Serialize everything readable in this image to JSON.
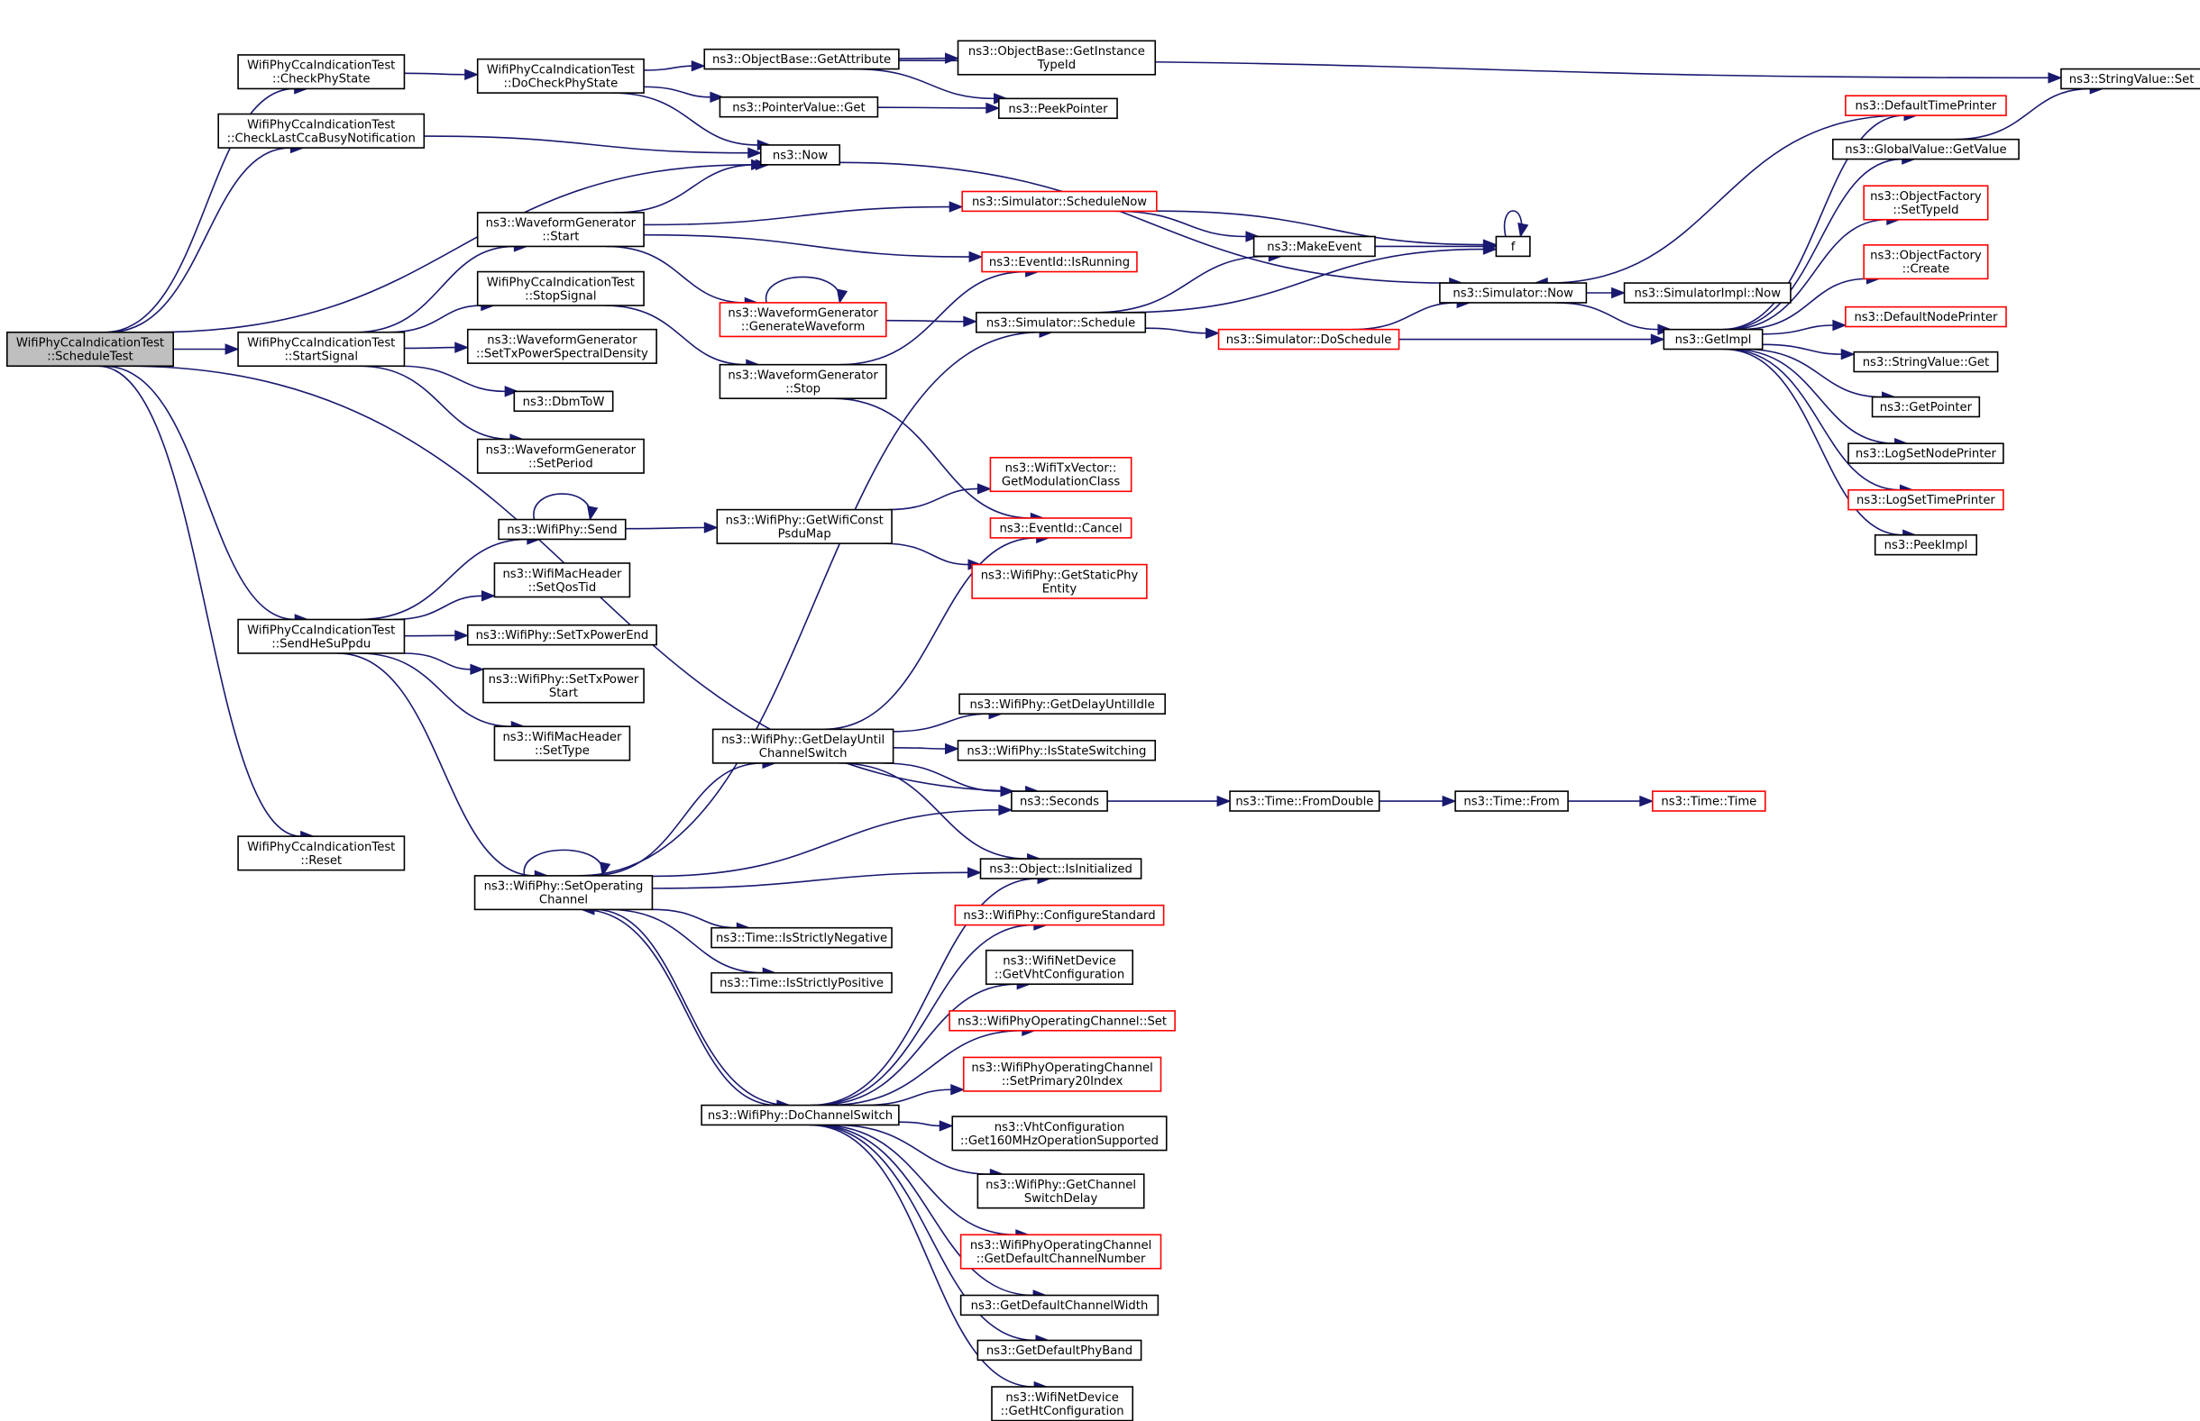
{
  "colors": {
    "edge": "#191970",
    "border_normal": "#000000",
    "border_truncated": "#ff0000",
    "root_fill": "#bfbfbf",
    "node_fill": "#ffffff"
  },
  "nodes": [
    {
      "id": "root",
      "lines": [
        "WifiPhyCcaIndicationTest",
        "::ScheduleTest"
      ],
      "style": "root"
    },
    {
      "id": "checkPhyState",
      "lines": [
        "WifiPhyCcaIndicationTest",
        "::CheckPhyState"
      ],
      "style": "normal"
    },
    {
      "id": "checkLastCca",
      "lines": [
        "WifiPhyCcaIndicationTest",
        "::CheckLastCcaBusyNotification"
      ],
      "style": "normal"
    },
    {
      "id": "startSignal",
      "lines": [
        "WifiPhyCcaIndicationTest",
        "::StartSignal"
      ],
      "style": "normal"
    },
    {
      "id": "sendHeSuPpdu",
      "lines": [
        "WifiPhyCcaIndicationTest",
        "::SendHeSuPpdu"
      ],
      "style": "normal"
    },
    {
      "id": "reset",
      "lines": [
        "WifiPhyCcaIndicationTest",
        "::Reset"
      ],
      "style": "normal"
    },
    {
      "id": "doCheckPhyState",
      "lines": [
        "WifiPhyCcaIndicationTest",
        "::DoCheckPhyState"
      ],
      "style": "normal"
    },
    {
      "id": "now",
      "lines": [
        "ns3::Now"
      ],
      "style": "normal"
    },
    {
      "id": "wgStart",
      "lines": [
        "ns3::WaveformGenerator",
        "::Start"
      ],
      "style": "normal"
    },
    {
      "id": "stopSignal",
      "lines": [
        "WifiPhyCcaIndicationTest",
        "::StopSignal"
      ],
      "style": "normal"
    },
    {
      "id": "setTxPsd",
      "lines": [
        "ns3::WaveformGenerator",
        "::SetTxPowerSpectralDensity"
      ],
      "style": "normal"
    },
    {
      "id": "dbmToW",
      "lines": [
        "ns3::DbmToW"
      ],
      "style": "normal"
    },
    {
      "id": "setPeriod",
      "lines": [
        "ns3::WaveformGenerator",
        "::SetPeriod"
      ],
      "style": "normal"
    },
    {
      "id": "objGetAttr",
      "lines": [
        "ns3::ObjectBase::GetAttribute"
      ],
      "style": "normal"
    },
    {
      "id": "ptrGet",
      "lines": [
        "ns3::PointerValue::Get"
      ],
      "style": "normal"
    },
    {
      "id": "objGetInstTypeId",
      "lines": [
        "ns3::ObjectBase::GetInstance",
        "TypeId"
      ],
      "style": "normal"
    },
    {
      "id": "peekPointer",
      "lines": [
        "ns3::PeekPointer"
      ],
      "style": "normal"
    },
    {
      "id": "stringValueSet",
      "lines": [
        "ns3::StringValue::Set"
      ],
      "style": "normal"
    },
    {
      "id": "simScheduleNow",
      "lines": [
        "ns3::Simulator::ScheduleNow"
      ],
      "style": "truncated"
    },
    {
      "id": "eventIsRunning",
      "lines": [
        "ns3::EventId::IsRunning"
      ],
      "style": "truncated"
    },
    {
      "id": "wgGenerateWaveform",
      "lines": [
        "ns3::WaveformGenerator",
        "::GenerateWaveform"
      ],
      "style": "truncated"
    },
    {
      "id": "wgStop",
      "lines": [
        "ns3::WaveformGenerator",
        "::Stop"
      ],
      "style": "normal"
    },
    {
      "id": "simSchedule",
      "lines": [
        "ns3::Simulator::Schedule"
      ],
      "style": "normal"
    },
    {
      "id": "makeEvent",
      "lines": [
        "ns3::MakeEvent"
      ],
      "style": "normal"
    },
    {
      "id": "f",
      "lines": [
        "f"
      ],
      "style": "normal"
    },
    {
      "id": "simDoSchedule",
      "lines": [
        "ns3::Simulator::DoSchedule"
      ],
      "style": "truncated"
    },
    {
      "id": "simNow",
      "lines": [
        "ns3::Simulator::Now"
      ],
      "style": "normal"
    },
    {
      "id": "simImplNow",
      "lines": [
        "ns3::SimulatorImpl::Now"
      ],
      "style": "normal"
    },
    {
      "id": "getImpl",
      "lines": [
        "ns3::GetImpl"
      ],
      "style": "normal"
    },
    {
      "id": "defaultTimePrinter",
      "lines": [
        "ns3::DefaultTimePrinter"
      ],
      "style": "truncated"
    },
    {
      "id": "globalGetValue",
      "lines": [
        "ns3::GlobalValue::GetValue"
      ],
      "style": "normal"
    },
    {
      "id": "objFactorySetTypeId",
      "lines": [
        "ns3::ObjectFactory",
        "::SetTypeId"
      ],
      "style": "truncated"
    },
    {
      "id": "objFactoryCreate",
      "lines": [
        "ns3::ObjectFactory",
        "::Create"
      ],
      "style": "truncated"
    },
    {
      "id": "defaultNodePrinter",
      "lines": [
        "ns3::DefaultNodePrinter"
      ],
      "style": "truncated"
    },
    {
      "id": "stringValueGet",
      "lines": [
        "ns3::StringValue::Get"
      ],
      "style": "normal"
    },
    {
      "id": "getPointer",
      "lines": [
        "ns3::GetPointer"
      ],
      "style": "normal"
    },
    {
      "id": "logSetNodePrinter",
      "lines": [
        "ns3::LogSetNodePrinter"
      ],
      "style": "normal"
    },
    {
      "id": "logSetTimePrinter",
      "lines": [
        "ns3::LogSetTimePrinter"
      ],
      "style": "truncated"
    },
    {
      "id": "peekImpl",
      "lines": [
        "ns3::PeekImpl"
      ],
      "style": "normal"
    },
    {
      "id": "wifiPhySend",
      "lines": [
        "ns3::WifiPhy::Send"
      ],
      "style": "normal"
    },
    {
      "id": "setQosTid",
      "lines": [
        "ns3::WifiMacHeader",
        "::SetQosTid"
      ],
      "style": "normal"
    },
    {
      "id": "setTxPowerEnd",
      "lines": [
        "ns3::WifiPhy::SetTxPowerEnd"
      ],
      "style": "normal"
    },
    {
      "id": "setTxPowerStart",
      "lines": [
        "ns3::WifiPhy::SetTxPower",
        "Start"
      ],
      "style": "normal"
    },
    {
      "id": "setType",
      "lines": [
        "ns3::WifiMacHeader",
        "::SetType"
      ],
      "style": "normal"
    },
    {
      "id": "getWifiConstPsduMap",
      "lines": [
        "ns3::WifiPhy::GetWifiConst",
        "PsduMap"
      ],
      "style": "normal"
    },
    {
      "id": "getModulationClass",
      "lines": [
        "ns3::WifiTxVector::",
        "GetModulationClass"
      ],
      "style": "truncated"
    },
    {
      "id": "eventCancel",
      "lines": [
        "ns3::EventId::Cancel"
      ],
      "style": "truncated"
    },
    {
      "id": "getStaticPhyEntity",
      "lines": [
        "ns3::WifiPhy::GetStaticPhy",
        "Entity"
      ],
      "style": "truncated"
    },
    {
      "id": "getDelayUntilIdle",
      "lines": [
        "ns3::WifiPhy::GetDelayUntilIdle"
      ],
      "style": "normal"
    },
    {
      "id": "getDelayUntilChannelSwitch",
      "lines": [
        "ns3::WifiPhy::GetDelayUntil",
        "ChannelSwitch"
      ],
      "style": "normal"
    },
    {
      "id": "isStateSwitching",
      "lines": [
        "ns3::WifiPhy::IsStateSwitching"
      ],
      "style": "normal"
    },
    {
      "id": "seconds",
      "lines": [
        "ns3::Seconds"
      ],
      "style": "normal"
    },
    {
      "id": "timeFromDouble",
      "lines": [
        "ns3::Time::FromDouble"
      ],
      "style": "normal"
    },
    {
      "id": "timeFrom",
      "lines": [
        "ns3::Time::From"
      ],
      "style": "normal"
    },
    {
      "id": "timeTime",
      "lines": [
        "ns3::Time::Time"
      ],
      "style": "truncated"
    },
    {
      "id": "objIsInitialized",
      "lines": [
        "ns3::Object::IsInitialized"
      ],
      "style": "normal"
    },
    {
      "id": "setOperatingChannel",
      "lines": [
        "ns3::WifiPhy::SetOperating",
        "Channel"
      ],
      "style": "normal"
    },
    {
      "id": "timeIsStrictlyNegative",
      "lines": [
        "ns3::Time::IsStrictlyNegative"
      ],
      "style": "normal"
    },
    {
      "id": "timeIsStrictlyPositive",
      "lines": [
        "ns3::Time::IsStrictlyPositive"
      ],
      "style": "normal"
    },
    {
      "id": "configureStandard",
      "lines": [
        "ns3::WifiPhy::ConfigureStandard"
      ],
      "style": "truncated"
    },
    {
      "id": "getVhtConfiguration",
      "lines": [
        "ns3::WifiNetDevice",
        "::GetVhtConfiguration"
      ],
      "style": "normal"
    },
    {
      "id": "opChannelSet",
      "lines": [
        "ns3::WifiPhyOperatingChannel::Set"
      ],
      "style": "truncated"
    },
    {
      "id": "opChannelSetPrimary20",
      "lines": [
        "ns3::WifiPhyOperatingChannel",
        "::SetPrimary20Index"
      ],
      "style": "truncated"
    },
    {
      "id": "doChannelSwitch",
      "lines": [
        "ns3::WifiPhy::DoChannelSwitch"
      ],
      "style": "normal"
    },
    {
      "id": "get160MHz",
      "lines": [
        "ns3::VhtConfiguration",
        "::Get160MHzOperationSupported"
      ],
      "style": "normal"
    },
    {
      "id": "getChannelSwitchDelay",
      "lines": [
        "ns3::WifiPhy::GetChannel",
        "SwitchDelay"
      ],
      "style": "normal"
    },
    {
      "id": "getDefaultChannelNumber",
      "lines": [
        "ns3::WifiPhyOperatingChannel",
        "::GetDefaultChannelNumber"
      ],
      "style": "truncated"
    },
    {
      "id": "getDefaultChannelWidth",
      "lines": [
        "ns3::GetDefaultChannelWidth"
      ],
      "style": "normal"
    },
    {
      "id": "getDefaultPhyBand",
      "lines": [
        "ns3::GetDefaultPhyBand"
      ],
      "style": "normal"
    },
    {
      "id": "getHtConfiguration",
      "lines": [
        "ns3::WifiNetDevice",
        "::GetHtConfiguration"
      ],
      "style": "normal"
    }
  ],
  "edges": [
    [
      "root",
      "checkPhyState"
    ],
    [
      "root",
      "checkLastCca"
    ],
    [
      "root",
      "now"
    ],
    [
      "root",
      "startSignal"
    ],
    [
      "root",
      "sendHeSuPpdu"
    ],
    [
      "root",
      "seconds"
    ],
    [
      "root",
      "reset"
    ],
    [
      "checkPhyState",
      "doCheckPhyState"
    ],
    [
      "doCheckPhyState",
      "objGetAttr"
    ],
    [
      "doCheckPhyState",
      "ptrGet"
    ],
    [
      "doCheckPhyState",
      "now"
    ],
    [
      "objGetAttr",
      "objGetInstTypeId"
    ],
    [
      "objGetAttr",
      "peekPointer"
    ],
    [
      "objGetAttr",
      "stringValueSet"
    ],
    [
      "ptrGet",
      "peekPointer"
    ],
    [
      "checkLastCca",
      "now"
    ],
    [
      "now",
      "simNow"
    ],
    [
      "startSignal",
      "wgStart"
    ],
    [
      "startSignal",
      "stopSignal"
    ],
    [
      "startSignal",
      "setTxPsd"
    ],
    [
      "startSignal",
      "dbmToW"
    ],
    [
      "startSignal",
      "setPeriod"
    ],
    [
      "wgStart",
      "now"
    ],
    [
      "wgStart",
      "simScheduleNow"
    ],
    [
      "wgStart",
      "eventIsRunning"
    ],
    [
      "wgStart",
      "wgGenerateWaveform"
    ],
    [
      "stopSignal",
      "wgStop"
    ],
    [
      "wgGenerateWaveform",
      "wgGenerateWaveform"
    ],
    [
      "wgGenerateWaveform",
      "simSchedule"
    ],
    [
      "wgStop",
      "eventIsRunning"
    ],
    [
      "wgStop",
      "eventCancel"
    ],
    [
      "simScheduleNow",
      "makeEvent"
    ],
    [
      "simScheduleNow",
      "f"
    ],
    [
      "simSchedule",
      "makeEvent"
    ],
    [
      "simSchedule",
      "f"
    ],
    [
      "simSchedule",
      "simDoSchedule"
    ],
    [
      "makeEvent",
      "f"
    ],
    [
      "f",
      "f"
    ],
    [
      "simDoSchedule",
      "simNow"
    ],
    [
      "simDoSchedule",
      "getImpl"
    ],
    [
      "simNow",
      "simImplNow"
    ],
    [
      "simNow",
      "getImpl"
    ],
    [
      "getImpl",
      "defaultTimePrinter"
    ],
    [
      "getImpl",
      "globalGetValue"
    ],
    [
      "getImpl",
      "objFactorySetTypeId"
    ],
    [
      "getImpl",
      "objFactoryCreate"
    ],
    [
      "getImpl",
      "defaultNodePrinter"
    ],
    [
      "getImpl",
      "stringValueGet"
    ],
    [
      "getImpl",
      "getPointer"
    ],
    [
      "getImpl",
      "logSetNodePrinter"
    ],
    [
      "getImpl",
      "logSetTimePrinter"
    ],
    [
      "getImpl",
      "peekImpl"
    ],
    [
      "defaultTimePrinter",
      "simNow"
    ],
    [
      "globalGetValue",
      "stringValueSet"
    ],
    [
      "sendHeSuPpdu",
      "wifiPhySend"
    ],
    [
      "sendHeSuPpdu",
      "setQosTid"
    ],
    [
      "sendHeSuPpdu",
      "setTxPowerEnd"
    ],
    [
      "sendHeSuPpdu",
      "setTxPowerStart"
    ],
    [
      "sendHeSuPpdu",
      "setType"
    ],
    [
      "sendHeSuPpdu",
      "setOperatingChannel"
    ],
    [
      "wifiPhySend",
      "wifiPhySend"
    ],
    [
      "wifiPhySend",
      "getWifiConstPsduMap"
    ],
    [
      "getWifiConstPsduMap",
      "getModulationClass"
    ],
    [
      "getWifiConstPsduMap",
      "getStaticPhyEntity"
    ],
    [
      "getDelayUntilChannelSwitch",
      "eventCancel"
    ],
    [
      "getDelayUntilChannelSwitch",
      "getDelayUntilIdle"
    ],
    [
      "getDelayUntilChannelSwitch",
      "isStateSwitching"
    ],
    [
      "getDelayUntilChannelSwitch",
      "seconds"
    ],
    [
      "getDelayUntilChannelSwitch",
      "objIsInitialized"
    ],
    [
      "seconds",
      "timeFromDouble"
    ],
    [
      "timeFromDouble",
      "timeFrom"
    ],
    [
      "timeFrom",
      "timeTime"
    ],
    [
      "setOperatingChannel",
      "setOperatingChannel"
    ],
    [
      "setOperatingChannel",
      "simSchedule"
    ],
    [
      "setOperatingChannel",
      "getDelayUntilChannelSwitch"
    ],
    [
      "setOperatingChannel",
      "seconds"
    ],
    [
      "setOperatingChannel",
      "objIsInitialized"
    ],
    [
      "setOperatingChannel",
      "timeIsStrictlyNegative"
    ],
    [
      "setOperatingChannel",
      "timeIsStrictlyPositive"
    ],
    [
      "setOperatingChannel",
      "doChannelSwitch"
    ],
    [
      "doChannelSwitch",
      "setOperatingChannel"
    ],
    [
      "doChannelSwitch",
      "objIsInitialized"
    ],
    [
      "doChannelSwitch",
      "configureStandard"
    ],
    [
      "doChannelSwitch",
      "getVhtConfiguration"
    ],
    [
      "doChannelSwitch",
      "opChannelSet"
    ],
    [
      "doChannelSwitch",
      "opChannelSetPrimary20"
    ],
    [
      "doChannelSwitch",
      "get160MHz"
    ],
    [
      "doChannelSwitch",
      "getChannelSwitchDelay"
    ],
    [
      "doChannelSwitch",
      "getDefaultChannelNumber"
    ],
    [
      "doChannelSwitch",
      "getDefaultChannelWidth"
    ],
    [
      "doChannelSwitch",
      "getDefaultPhyBand"
    ],
    [
      "doChannelSwitch",
      "getHtConfiguration"
    ]
  ]
}
